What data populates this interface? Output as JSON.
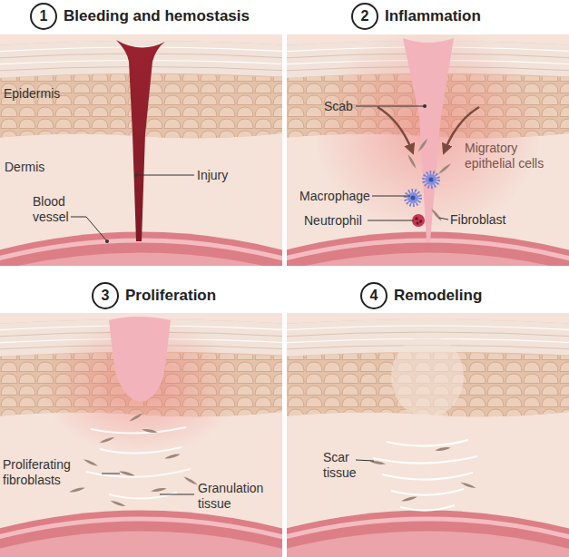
{
  "diagram": {
    "nodes": [
      {
        "text": [
          "1",
          "Bleeding and hemostasis"
        ]
      },
      {
        "text": [
          "2",
          "Inflammation"
        ]
      },
      {
        "text": [
          "3",
          "Proliferation"
        ]
      },
      {
        "text": [
          "4",
          "Remodeling"
        ]
      }
    ],
    "labels": [
      "Epidermis",
      "Dermis",
      "Blood vessel",
      "Injury",
      "Scab",
      "Migratory epithelial cells",
      "Macrophage",
      "Neutrophil",
      "Fibroblast",
      "Proliferating fibroblasts",
      "Granulation tissue",
      "Scar tissue"
    ]
  }
}
